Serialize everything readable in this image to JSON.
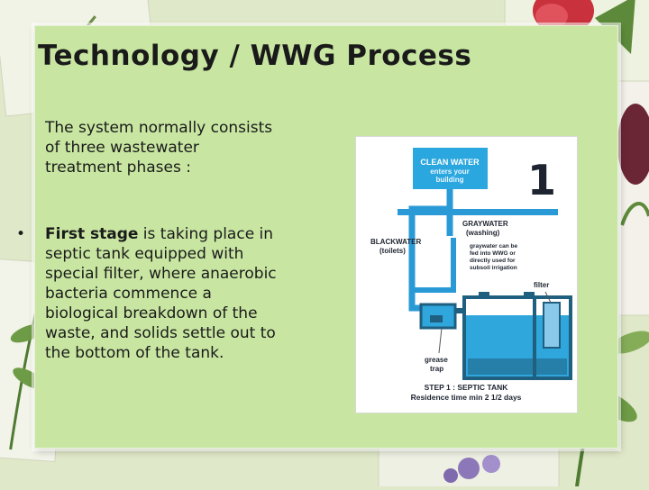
{
  "slide": {
    "title": "Technology / WWG Process",
    "intro": "The system normally consists of three wastewater treatment phases :",
    "bullet": {
      "marker": "•",
      "bold_lead": "First stage",
      "text": " is taking place in septic tank equipped with special filter, where anaerobic bacteria commence a biological breakdown of the waste, and solids settle out to the bottom of the tank."
    }
  },
  "diagram": {
    "clean_water_line1": "CLEAN WATER",
    "clean_water_line2": "enters your",
    "clean_water_line3": "building",
    "step_number": "1",
    "graywater_line1": "GRAYWATER",
    "graywater_line2": "(washing)",
    "blackwater_line1": "BLACKWATER",
    "blackwater_line2": "(toilets)",
    "graywater_note_line1": "graywater can be",
    "graywater_note_line2": "fed into WWG or",
    "graywater_note_line3": "directly used for",
    "graywater_note_line4": "subsoil irrigation",
    "filter_label": "filter",
    "grease_line1": "grease",
    "grease_line2": "trap",
    "caption_line1": "STEP 1 : SEPTIC TANK",
    "caption_line2": "Residence time min 2 1/2 days"
  },
  "colors": {
    "panel": "#c8e6a2",
    "pipe_blue": "#2a9ad6",
    "tank_dark": "#1f5f80",
    "water_blue": "#2fa6dc",
    "clean_box": "#2aa7df"
  }
}
